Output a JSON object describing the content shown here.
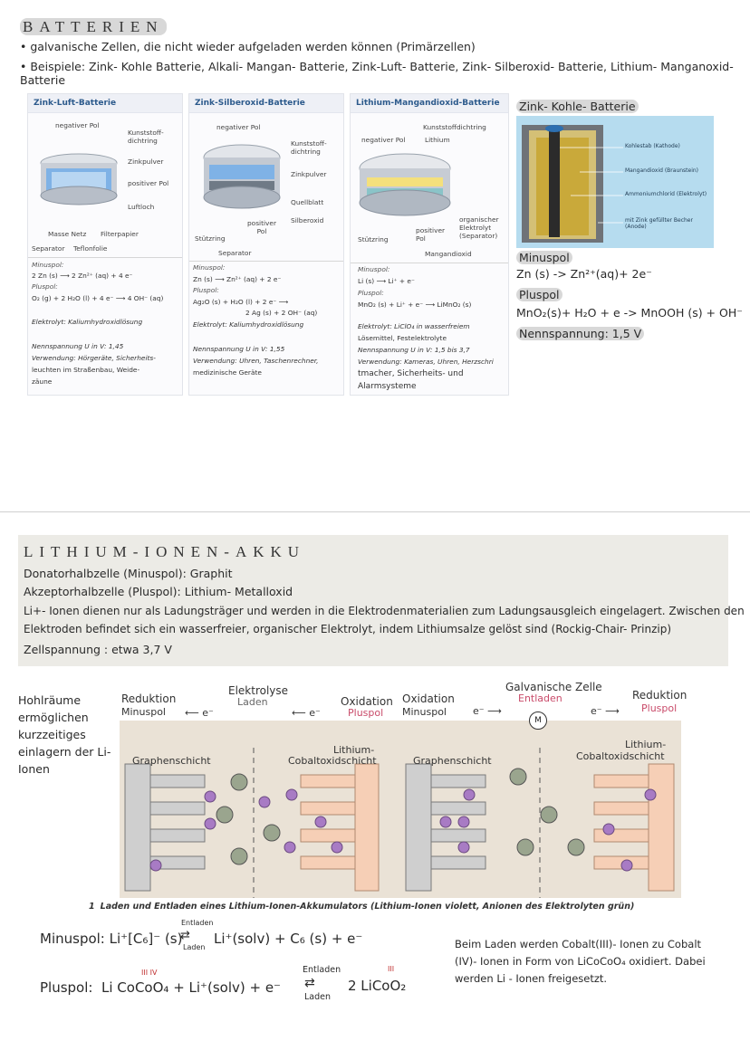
{
  "batterien": {
    "title": "BATTERIEN",
    "bullet1": "• galvanische Zellen, die nicht wieder aufgeladen werden können (Primärzellen)",
    "bullet2": "• Beispiele: Zink- Kohle Batterie, Alkali- Mangan- Batterie, Zink-Luft- Batterie, Zink- Silberoxid- Batterie, Lithium- Manganoxid- Batterie"
  },
  "cards": [
    {
      "title": "Zink-Luft-Batterie",
      "labels": [
        "negativer Pol",
        "Kunststoff-dichtring",
        "Zinkpulver",
        "positiver Pol",
        "Luftloch",
        "Masse Netz",
        "Filterpapier",
        "Separator",
        "Teflonfolie"
      ],
      "minuspol_head": "Minuspol:",
      "minuspol": "2 Zn (s) ⟶ 2 Zn²⁺ (aq) + 4 e⁻",
      "pluspol_head": "Pluspol:",
      "pluspol": "O₂ (g) + 2 H₂O (l) + 4 e⁻ ⟶ 4 OH⁻ (aq)",
      "elektrolyt": "Elektrolyt: Kaliumhydroxidlösung",
      "nenn": "Nennspannung U in V: 1,45",
      "verwendung1": "Verwendung: Hörgeräte, Sicherheits-",
      "verwendung2": "leuchten im Straßenbau, Weide-",
      "verwendung3": "zäune"
    },
    {
      "title": "Zink-Silberoxid-Batterie",
      "labels": [
        "negativer Pol",
        "Kunststoff-dichtring",
        "Zinkpulver",
        "Quellblatt",
        "Silberoxid",
        "positiver Pol",
        "Stützring",
        "Separator"
      ],
      "minuspol_head": "Minuspol:",
      "minuspol": "Zn (s) ⟶ Zn²⁺ (aq) + 2 e⁻",
      "pluspol_head": "Pluspol:",
      "pluspol": "Ag₂O (s) + H₂O (l) + 2 e⁻ ⟶",
      "pluspol2": "2 Ag (s) + 2 OH⁻ (aq)",
      "elektrolyt": "Elektrolyt: Kaliumhydroxidlösung",
      "nenn": "Nennspannung U in V: 1,55",
      "verwendung1": "Verwendung: Uhren, Taschenrechner,",
      "verwendung2": "medizinische Geräte"
    },
    {
      "title": "Lithium-Mangandioxid-Batterie",
      "labels": [
        "Kunststoffdichtring",
        "negativer Pol",
        "Lithium",
        "organischer Elektrolyt (Separator)",
        "positiver Pol",
        "Stützring",
        "Mangandioxid"
      ],
      "minuspol_head": "Minuspol:",
      "minuspol": "Li (s) ⟶ Li⁺ + e⁻",
      "pluspol_head": "Pluspol:",
      "pluspol": "MnO₂ (s) + Li⁺ + e⁻ ⟶ LiMnO₂ (s)",
      "elektrolyt1": "Elektrolyt: LiClO₄ in wasserfreiem",
      "elektrolyt2": "Lösemittel, Festelektrolyte",
      "nenn": "Nennspannung U in V: 1,5 bis 3,7",
      "verwendung1": "Verwendung: Kameras, Uhren, Herzschri",
      "verwendung2": "tmacher, Sicherheits- und",
      "verwendung3": "Alarmsysteme"
    }
  ],
  "zinkkohle": {
    "title": "Zink- Kohle- Batterie",
    "labels": [
      "Kohlestab (Kathode)",
      "Mangandioxid (Braunstein)",
      "Ammoniumchlorid (Elektrolyt)",
      "mit Zink gefüllter Becher (Anode)"
    ],
    "minuspol_head": "Minuspol",
    "minuspol": "Zn (s) -> Zn²⁺(aq)+ 2e⁻",
    "pluspol_head": "Pluspol",
    "pluspol": "MnO₂(s)+ H₂O + e -> MnOOH (s) + OH⁻",
    "nenn": "Nennspannung: 1,5 V"
  },
  "lithium": {
    "title": "LITHIUM-IONEN-AKKU",
    "line1": "Donatorhalbzelle (Minuspol): Graphit",
    "line2": "Akzeptorhalbzelle (Pluspol): Lithium- Metalloxid",
    "line3": "Li+- Ionen dienen nur als Ladungsträger und werden in die Elektrodenmaterialien zum Ladungsausgleich eingelagert. Zwischen den",
    "line4": "Elektroden befindet sich ein wasserfreier, organischer Elektrolyt, indem Lithiumsalze gelöst sind (Rockig-Chair- Prinzip)",
    "line5": "Zellspannung : etwa 3,7 V"
  },
  "diagram": {
    "side_note": [
      "Hohlräume",
      "ermöglichen",
      "kurzzeitiges",
      "einlagern der Li-",
      "Ionen"
    ],
    "left": {
      "reduktion": "Reduktion",
      "minuspol": "Minuspol",
      "elektrolyse": "Elektrolyse",
      "laden": "Laden",
      "oxidation": "Oxidation",
      "pluspol": "Pluspol",
      "graphen": "Graphenschicht",
      "lithium1": "Lithium-",
      "lithium2": "Cobaltoxidschicht"
    },
    "right": {
      "oxidation": "Oxidation",
      "minuspol": "Minuspol",
      "galvanisch": "Galvanische Zelle",
      "entladen": "Entladen",
      "reduktion": "Reduktion",
      "pluspol": "Pluspol",
      "motor": "M",
      "graphen": "Graphenschicht",
      "lithium1": "Lithium-",
      "lithium2": "Cobaltoxidschicht"
    },
    "caption_num": "1",
    "caption": "Laden und Entladen eines Lithium-Ionen-Akkumulators (Lithium-Ionen violett, Anionen des Elektrolyten grün)",
    "electron": "e⁻"
  },
  "equations": {
    "minuspol_label": "Minuspol:",
    "minuspol_eq_left": "Li⁺[C₆]⁻ (s)",
    "minuspol_eq_right": "Li⁺(solv) + C₆ (s) + e⁻",
    "minuspol_top": "Entladen",
    "minuspol_bottom": "Laden",
    "pluspol_label": "Pluspol:",
    "pluspol_eq_left": "Li CoCoO₄ + Li⁺(solv) + e⁻",
    "pluspol_ox": "III  IV",
    "pluspol_top": "Entladen",
    "pluspol_bottom": "Laden",
    "pluspol_eq_right": "2 LiCoO₂",
    "pluspol_ox_right": "III",
    "note1": "Beim Laden werden Cobalt(III)- Ionen zu Cobalt",
    "note2": "(IV)- Ionen in Form von LiCoCoO₄ oxidiert. Dabei",
    "note3": "werden Li - Ionen freigesetzt."
  }
}
